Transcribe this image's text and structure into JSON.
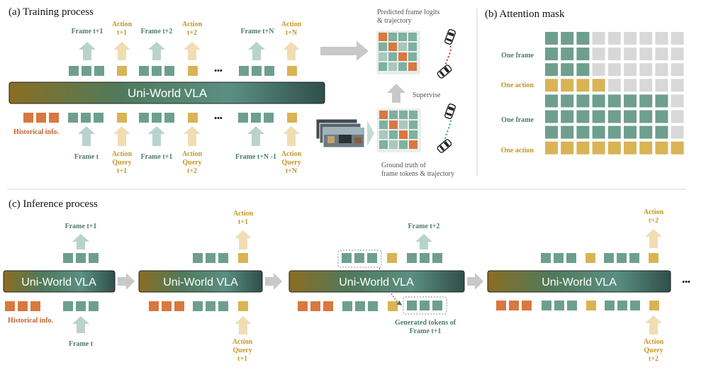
{
  "sections": {
    "training": "(a) Training process",
    "mask": "(b) Attention mask",
    "inference": "(c) Inference process"
  },
  "model": "Uni-World VLA",
  "training": {
    "top_labels": {
      "frame_t1": [
        "Frame t+1"
      ],
      "action_t1": [
        "Action",
        "t+1"
      ],
      "frame_t2": [
        "Frame t+2"
      ],
      "action_t2": [
        "Action",
        "t+2"
      ],
      "frame_tn": [
        "Frame t+N"
      ],
      "action_tn": [
        "Action",
        "t+N"
      ]
    },
    "bottom_labels": {
      "historical": "Historical info.",
      "frame_t": "Frame t",
      "query_t1": [
        "Action",
        "Query",
        "t+1"
      ],
      "frame_t1": "Frame t+1",
      "query_t2": [
        "Action",
        "Query",
        "t+2"
      ],
      "frame_tn1": "Frame t+N -1",
      "query_tn": [
        "Action",
        "Query",
        "t+N"
      ]
    },
    "ellipsis": "•••",
    "predicted": [
      "Predicted frame logits",
      "& trajectory"
    ],
    "supervise": "Supervise",
    "ground_truth": [
      "Ground truth of",
      "frame tokens & trajectory"
    ]
  },
  "attention_mask": {
    "row_labels": [
      "One frame",
      "One action",
      "One frame",
      "One action"
    ],
    "rows": [
      "gggdddddd",
      "gggdddddd",
      "gggdddddd",
      "yyyyddddd",
      "ggggggggd",
      "ggggggggd",
      "ggggggggd",
      "yyyyyyyyy"
    ]
  },
  "inference": {
    "frame_t1": [
      "Frame t+1"
    ],
    "action_t1": [
      "Action",
      "t+1"
    ],
    "frame_t2": [
      "Frame t+2"
    ],
    "action_t2": [
      "Action",
      "t+2"
    ],
    "historical": "Historical info.",
    "frame_t": "Frame t",
    "query_t1": [
      "Action",
      "Query",
      "t+1"
    ],
    "query_t2": [
      "Action",
      "Query",
      "t+2"
    ],
    "generated": [
      "Generated tokens of",
      "Frame t+1"
    ],
    "ellipsis": "•••"
  },
  "colors": {
    "green": "#6e9f8e",
    "yellow": "#d9b455",
    "orange": "#d9783f",
    "gray": "#d8d8d8",
    "label_green": "#4d7d6b",
    "label_yellow": "#c69628",
    "label_orange": "#c4632e"
  }
}
